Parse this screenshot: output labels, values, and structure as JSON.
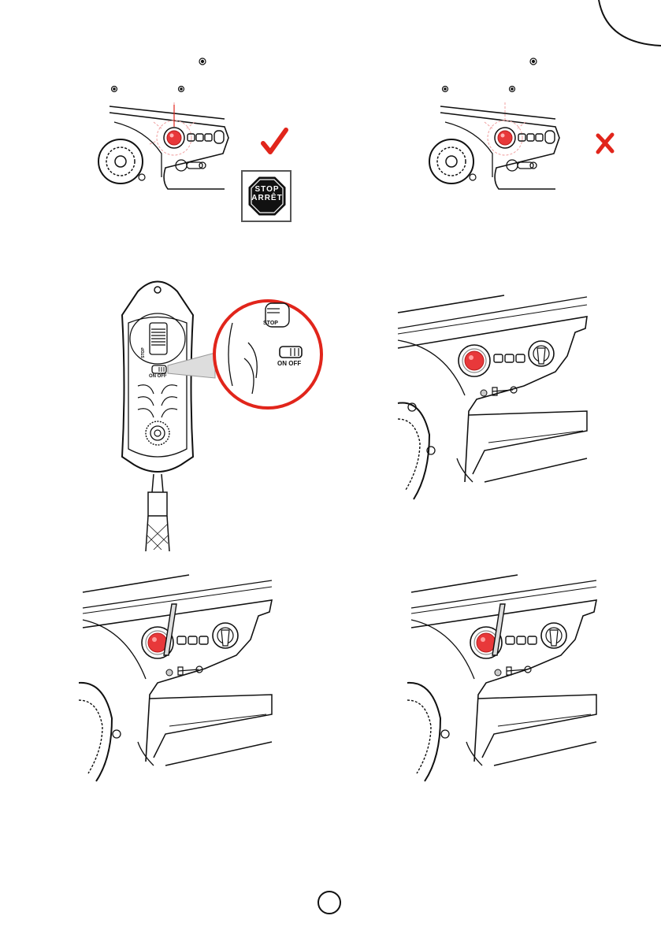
{
  "status": {
    "ok_mark": "✔",
    "not_ok_mark": "✘",
    "ok_color": "#e1251b",
    "not_ok_color": "#e1251b"
  },
  "stop_sign": {
    "line1": "STOP",
    "line2": "ARRÊT"
  },
  "remote": {
    "switch_on_label": "ON",
    "switch_off_label": "OFF",
    "slider_label": "STOP",
    "zoom_on_label": "ON",
    "zoom_off_label": "OFF",
    "zoom_slider_label": "STOP"
  },
  "colors": {
    "accent_red": "#e1251b",
    "button_red": "#e8383a",
    "line": "#111111"
  },
  "page": {
    "number": ""
  }
}
